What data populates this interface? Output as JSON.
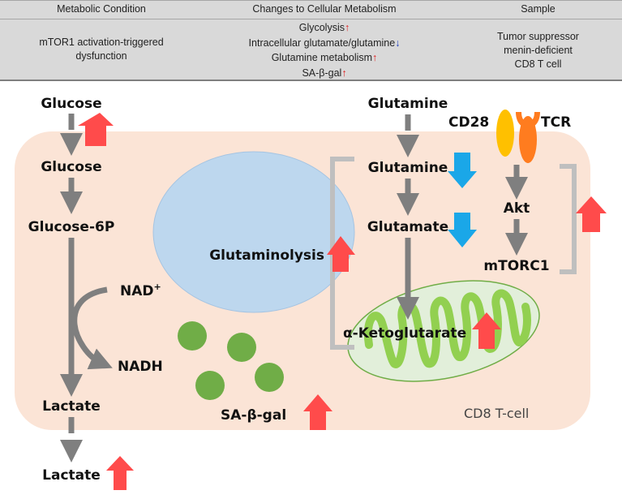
{
  "table": {
    "headers": [
      "Metabolic Condition",
      "Changes to Cellular Metabolism",
      "Sample"
    ],
    "condition_lines": [
      "mTOR1 activation-triggered",
      "dysfunction"
    ],
    "changes": [
      {
        "text": "Glycolysis",
        "direction": "up",
        "arrow": "↑"
      },
      {
        "text": "Intracellular glutamate/glutamine",
        "direction": "down",
        "arrow": "↓"
      },
      {
        "text": "Glutamine metabolism",
        "direction": "up",
        "arrow": "↑"
      },
      {
        "text": "SA-β-gal",
        "direction": "up",
        "arrow": "↑"
      }
    ],
    "sample_lines": [
      "Tumor suppressor",
      "menin-deficient",
      "CD8 T cell"
    ]
  },
  "diagram": {
    "glycolysis": {
      "glucose_outside": "Glucose",
      "glucose_inside": "Glucose",
      "glucose_6p": "Glucose-6P",
      "nad_plus": "NAD",
      "nad_plus_sup": "+",
      "nadh": "NADH",
      "lactate_inside": "Lactate",
      "lactate_outside": "Lactate"
    },
    "glutaminolysis": {
      "label": "Glutaminolysis",
      "glutamine_outside": "Glutamine",
      "glutamine_inside": "Glutamine",
      "glutamate": "Glutamate",
      "alpha_kg": "α-Ketoglutarate"
    },
    "signaling": {
      "cd28": "CD28",
      "tcr": "TCR",
      "akt": "Akt",
      "mtorc1": "mTORC1"
    },
    "senescence": {
      "label": "SA-β-gal"
    },
    "cell_label": "CD8 T-cell",
    "colors": {
      "cell_bg": "#fbe4d6",
      "nucleus": "#bdd7ee",
      "up_arrow": "#ff4b4b",
      "down_arrow": "#1aa7e8",
      "pathway_arrow": "#7f7f7f",
      "bracket": "#bfbfbf",
      "mito_fill": "#e2efda",
      "mito_cristae": "#92d050",
      "granule": "#70ad47",
      "cd28": "#ffc000",
      "tcr": "#ff7c1f"
    }
  }
}
